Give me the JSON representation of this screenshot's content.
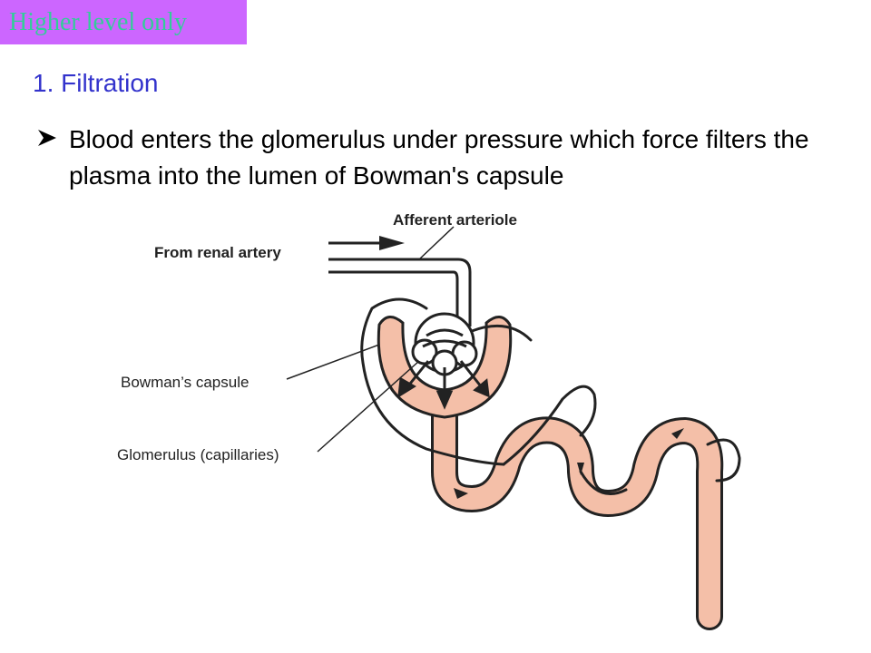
{
  "badge": {
    "text": "Higher level only",
    "bg_color": "#cc66ff",
    "text_color": "#33cc99"
  },
  "heading": {
    "text": "1. Filtration",
    "color": "#3333cc"
  },
  "bullet": {
    "icon": "arrow-bullet-icon",
    "text": "Blood enters the glomerulus under pressure which force filters the plasma into the lumen of Bowman's capsule"
  },
  "diagram": {
    "labels": {
      "afferent_arteriole": "Afferent arteriole",
      "from_renal_artery": "From renal artery",
      "bowmans_capsule": "Bowman’s capsule",
      "glomerulus": "Glomerulus (capillaries)"
    },
    "tubule_color": "#f4bfa8"
  }
}
